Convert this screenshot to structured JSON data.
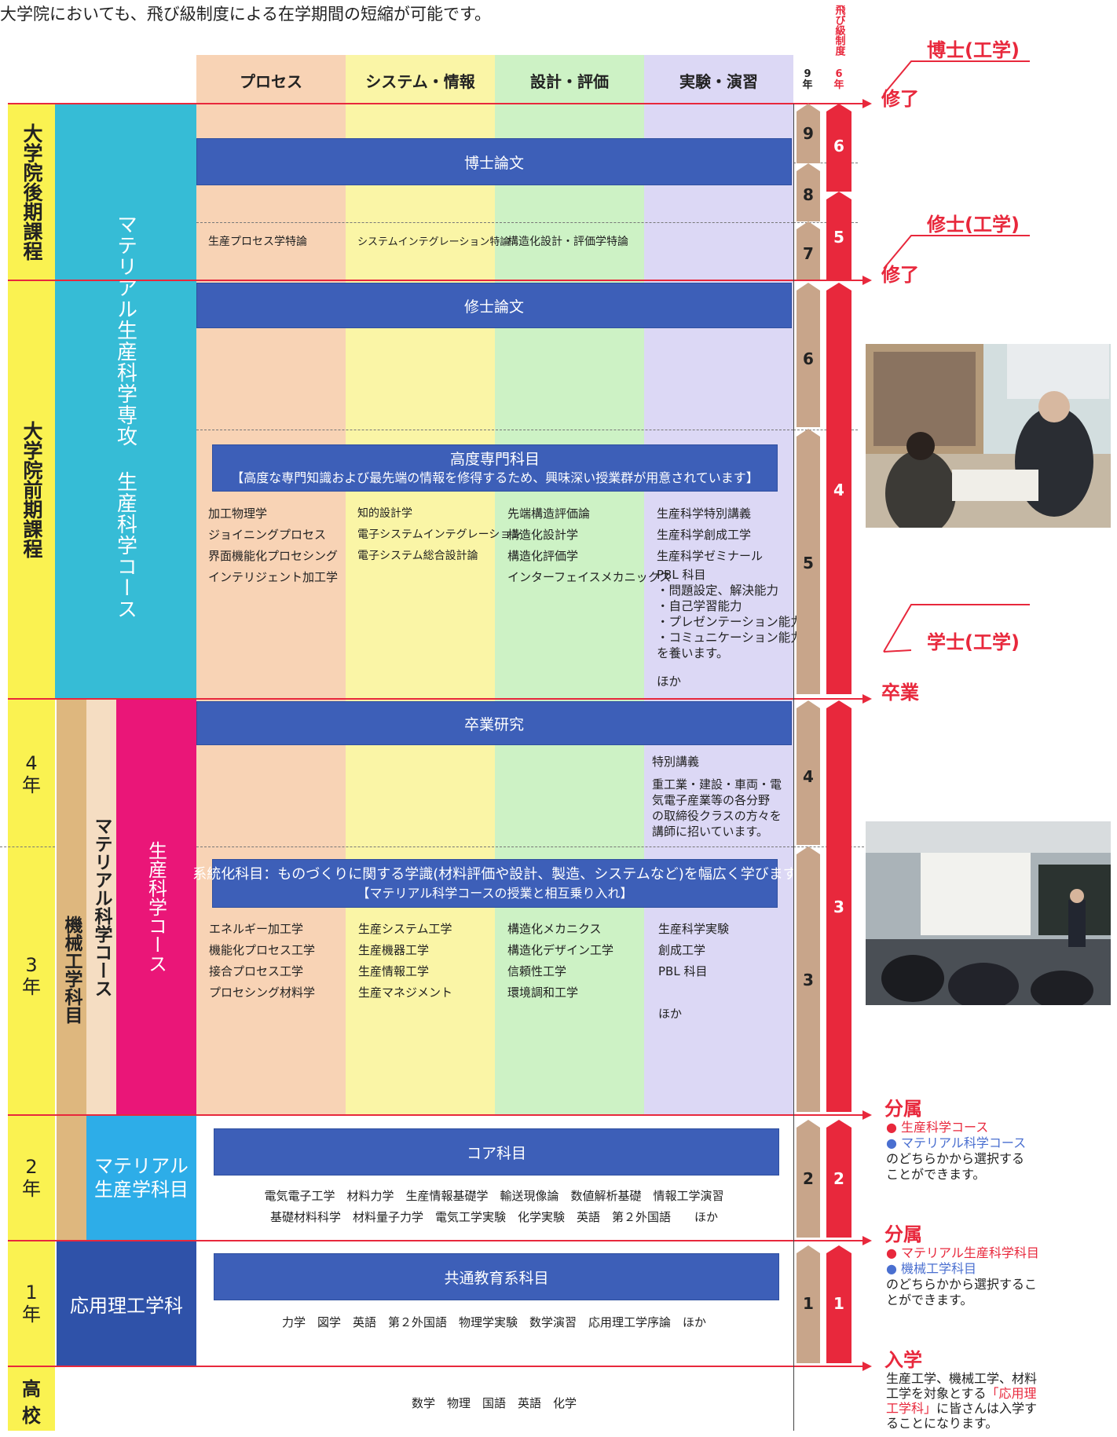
{
  "intro_text": "大学院においても、飛び級制度による在学期間の短縮が可能です。",
  "skip_system_label": "飛び級制度",
  "columns": [
    "プロセス",
    "システム・情報",
    "設計・評価",
    "実験・演習"
  ],
  "track_headers": {
    "nine": "9\n年",
    "six": "6\n年"
  },
  "stages": {
    "doctoral": "大学院後期課程",
    "masters": "大学院前期課程",
    "y4": "4\n年",
    "y3": "3\n年",
    "y2": "2\n年",
    "y1": "1\n年",
    "hs": "高\n校"
  },
  "depts": {
    "grad_major": "マテリアル生産科学専攻 生産科学コース",
    "mech": "機械工学科目",
    "material_sci": "マテリアル科学コース",
    "prod_sci": "生産科学コース",
    "mat_prod": "マテリアル\n生産学科目",
    "applied": "応用理工学科"
  },
  "bars": {
    "phd_thesis": "博士論文",
    "masters_thesis": "修士論文",
    "advanced_title": "高度専門科目",
    "advanced_sub": "【高度な専門知識および最先端の情報を修得するため、興味深い授業群が用意されています】",
    "grad_research": "卒業研究",
    "systematic_title": "系統化科目：ものづくりに関する学識(材料評価や設計、製造、システムなど)を幅広く学びます",
    "systematic_sub": "【マテリアル科学コースの授業と相互乗り入れ】",
    "core": "コア科目",
    "common": "共通教育系科目"
  },
  "doctoral_special": [
    "生産プロセス学特論",
    "システムインテグレーション特論",
    "構造化設計・評価学特論"
  ],
  "advanced_courses": {
    "process": [
      "加工物理学",
      "ジョイニングプロセス",
      "界面機能化プロセシング",
      "インテリジェント加工学"
    ],
    "system": [
      "知的設計学",
      "電子システムインテグレーション",
      "電子システム総合設計論"
    ],
    "design": [
      "先端構造評価論",
      "構造化設計学",
      "構造化評価学",
      "インターフェイスメカニックス"
    ],
    "lab": [
      "生産科学特別講義",
      "生産科学創成工学",
      "生産科学ゼミナール",
      "PBL 科目",
      "・問題設定、解決能力",
      "・自己学習能力",
      "・プレゼンテーション能力",
      "・コミュニケーション能力",
      "を養います。",
      "",
      "ほか"
    ]
  },
  "special_lecture": [
    "特別講義",
    "重工業・建設・車両・電",
    "気電子産業等の各分野",
    "の取締役クラスの方々を",
    "講師に招いています。"
  ],
  "systematic_courses": {
    "process": [
      "エネルギー加工学",
      "機能化プロセス工学",
      "接合プロセス工学",
      "プロセシング材料学"
    ],
    "system": [
      "生産システム工学",
      "生産機器工学",
      "生産情報工学",
      "生産マネジメント"
    ],
    "design": [
      "構造化メカニクス",
      "構造化デザイン工学",
      "信頼性工学",
      "環境調和工学"
    ],
    "lab": [
      "生産科学実験",
      "創成工学",
      "PBL 科目",
      "",
      "ほか"
    ]
  },
  "core_courses": [
    "電気電子工学　材料力学　生産情報基礎学　輸送現像論　数値解析基礎　情報工学演習",
    "基礎材料科学　材料量子力学　電気工学実験　化学実験　英語　第２外国語　　ほか"
  ],
  "common_courses": "力学　図学　英語　第２外国語　物理学実験　数学演習　応用理工学序論　ほか",
  "hs_courses": "数学　物理　国語　英語　化学",
  "track9": [
    "9",
    "8",
    "7",
    "6",
    "5",
    "4",
    "3",
    "2",
    "1"
  ],
  "track6": [
    "6",
    "5",
    "4",
    "3",
    "2",
    "1"
  ],
  "degrees": {
    "doctor": "博士(工学)",
    "master": "修士(工学)",
    "bachelor": "学士(工学)"
  },
  "milestones": {
    "complete": "修了",
    "graduate": "卒業",
    "assign": "分属",
    "enter": "入学"
  },
  "assign1": {
    "opt1": "生産科学コース",
    "opt2": "マテリアル科学コース",
    "text": [
      "のどちらかから選択する",
      "ことができます。"
    ]
  },
  "assign2": {
    "opt1": "マテリアル生産科学科目",
    "opt2": "機械工学科目",
    "text": [
      "のどちらかから選択するこ",
      "とができます。"
    ]
  },
  "enter_text": {
    "l1": "生産工学、機械工学、材料",
    "l2": "工学を対象とする",
    "quote": "「応用理",
    "quote2": "工学科」",
    "l3": "に皆さんは入学す",
    "l4": "ることになります。"
  },
  "colors": {
    "process": "#f8d3b5",
    "system": "#faf5a6",
    "design": "#cdf2c5",
    "lab": "#dcd8f5",
    "yellow": "#faf251",
    "cyan": "#36bcd6",
    "pink": "#ea1678",
    "tan": "#deb77e",
    "light_tan": "#f5ddc2",
    "sky": "#2dade8",
    "navy": "#2f52a9",
    "bar": "#3d5fb8",
    "red": "#e8283c",
    "track_tan": "#c8a58a"
  }
}
